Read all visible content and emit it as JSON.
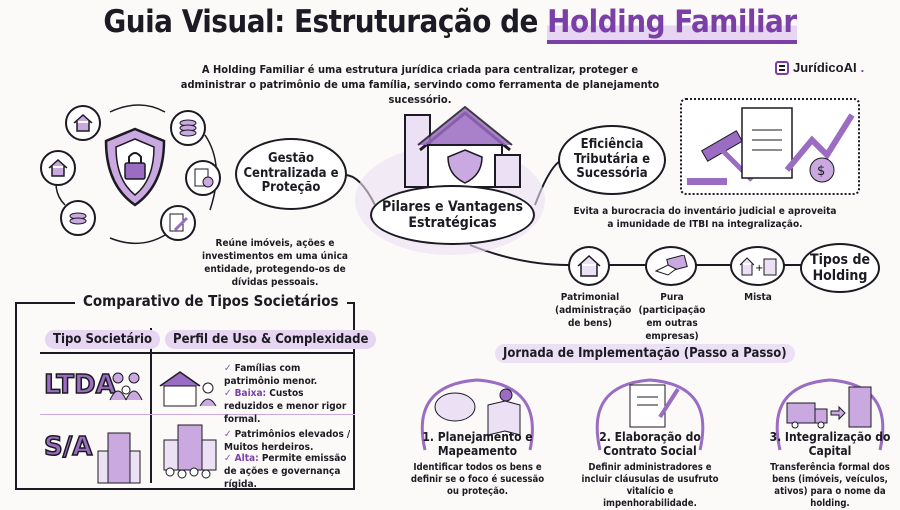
{
  "title": {
    "prefix": "Guia Visual: Estruturação de ",
    "highlight": "Holding Familiar"
  },
  "intro": "A Holding Familiar é uma estrutura jurídica criada para centralizar, proteger e administrar o patrimônio de uma família, servindo como ferramenta de planejamento sucessório.",
  "logo": {
    "name": "JurídicoAI",
    "dot": "."
  },
  "center": {
    "label": "Pilares e Vantagens Estratégicas"
  },
  "gestao": {
    "label": "Gestão Centralizada e Proteção",
    "description": "Reúne imóveis, ações e investimentos em uma única entidade, protegendo-os de dívidas pessoais."
  },
  "eficiencia": {
    "label": "Eficiência Tributária e Sucessória",
    "description": "Evita a burocracia do inventário judicial e aproveita a imunidade de ITBI na integralização."
  },
  "tipos": {
    "label": "Tipos de Holding",
    "items": [
      {
        "label": "Patrimonial (administração de bens)",
        "icon": "house-icon"
      },
      {
        "label": "Pura (participação em outras empresas)",
        "icon": "hand-money-icon"
      },
      {
        "label": "Mista",
        "icon": "house-plus-building-icon"
      }
    ]
  },
  "comparativo": {
    "title": "Comparativo de Tipos Societários",
    "headers": [
      "Tipo Societário",
      "Perfil de Uso & Complexidade"
    ],
    "rows": [
      {
        "type": "LTDA",
        "bullets": [
          {
            "bold": "",
            "text": "Famílias com patrimônio menor."
          },
          {
            "bold": "Baixa:",
            "text": " Custos reduzidos e menor rigor formal."
          }
        ]
      },
      {
        "type": "S/A",
        "bullets": [
          {
            "bold": "",
            "text": "Patrimônios elevados / Muitos herdeiros."
          },
          {
            "bold": "Alta:",
            "text": " Permite emissão de ações e governança rígida."
          }
        ]
      }
    ]
  },
  "jornada": {
    "title": "Jornada de Implementação (Passo a Passo)",
    "steps": [
      {
        "title": "1. Planejamento e Mapeamento",
        "text": "Identificar todos os bens e definir se o foco é sucessão ou proteção.",
        "icon": "brain-map-icon"
      },
      {
        "title": "2. Elaboração do Contrato Social",
        "text": "Definir administradores e incluir cláusulas de usufruto vitalício e impenhorabilidade.",
        "icon": "contract-pen-icon"
      },
      {
        "title": "3. Integralização do Capital",
        "text": "Transferência formal dos bens (imóveis, veículos, ativos) para o nome da holding.",
        "icon": "truck-building-icon"
      }
    ]
  },
  "colors": {
    "accent": "#7b3fa8",
    "light": "#e6d6f1",
    "ink": "#1c1a22"
  }
}
